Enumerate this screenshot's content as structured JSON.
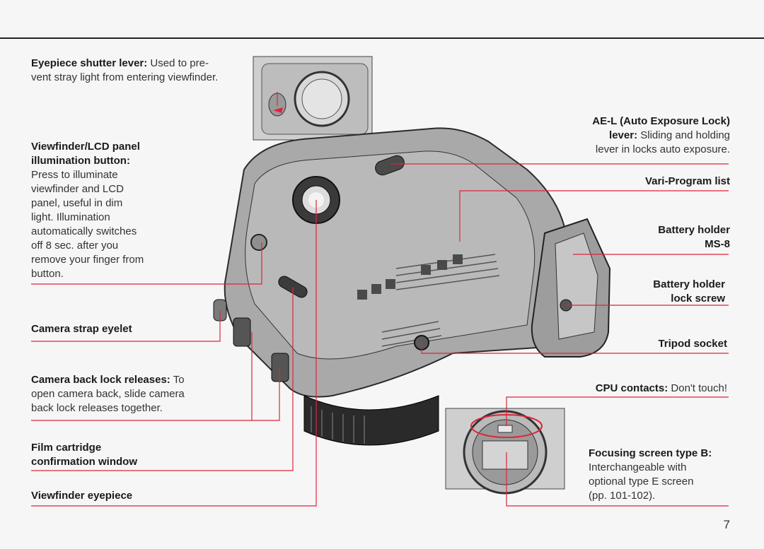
{
  "page_number": "7",
  "colors": {
    "callout_line": "#e0243a",
    "background": "#f6f6f6",
    "text": "#1a1a1a"
  },
  "labels": {
    "eyepiece_shutter": {
      "term": "Eyepiece shutter lever:",
      "desc_line1": " Used to pre-",
      "desc_line2": "vent stray light from entering viewfinder."
    },
    "viewfinder_lcd": {
      "term_line1": "Viewfinder/LCD panel",
      "term_line2": "illumination button:",
      "desc_lines": [
        "Press to illuminate",
        "viewfinder and LCD",
        "panel, useful in dim",
        "light. Illumination",
        "automatically switches",
        "off 8 sec. after you",
        "remove your finger from",
        "button."
      ]
    },
    "strap_eyelet": {
      "term": "Camera strap eyelet"
    },
    "back_lock": {
      "term": "Camera back lock releases:",
      "desc_line1": " To",
      "desc_line2": "open camera back, slide camera",
      "desc_line3": "back lock releases together."
    },
    "film_window": {
      "term_line1": "Film cartridge",
      "term_line2": "confirmation window"
    },
    "eyepiece": {
      "term": "Viewfinder eyepiece"
    },
    "ae_l": {
      "term_line1": "AE-L (Auto Exposure Lock)",
      "term_line2": "lever:",
      "desc_line2": " Sliding and holding",
      "desc_line3": "lever in locks auto exposure."
    },
    "vari_program": {
      "term": "Vari-Program list"
    },
    "battery_holder": {
      "term_line1": "Battery holder",
      "term_line2": "MS-8"
    },
    "battery_lock": {
      "term_line1": "Battery holder",
      "term_line2": "lock screw"
    },
    "tripod": {
      "term": "Tripod socket"
    },
    "cpu": {
      "term": "CPU contacts:",
      "desc": " Don't touch!"
    },
    "focusing_screen": {
      "term": "Focusing screen type B:",
      "desc_lines": [
        "Interchangeable with",
        "optional type E screen",
        "(pp. 101-102)."
      ]
    }
  },
  "illustrations": {
    "main_camera": "camera-back-illustration",
    "eyepiece_inset": "eyepiece-shutter-inset",
    "mount_inset": "lens-mount-inset"
  }
}
